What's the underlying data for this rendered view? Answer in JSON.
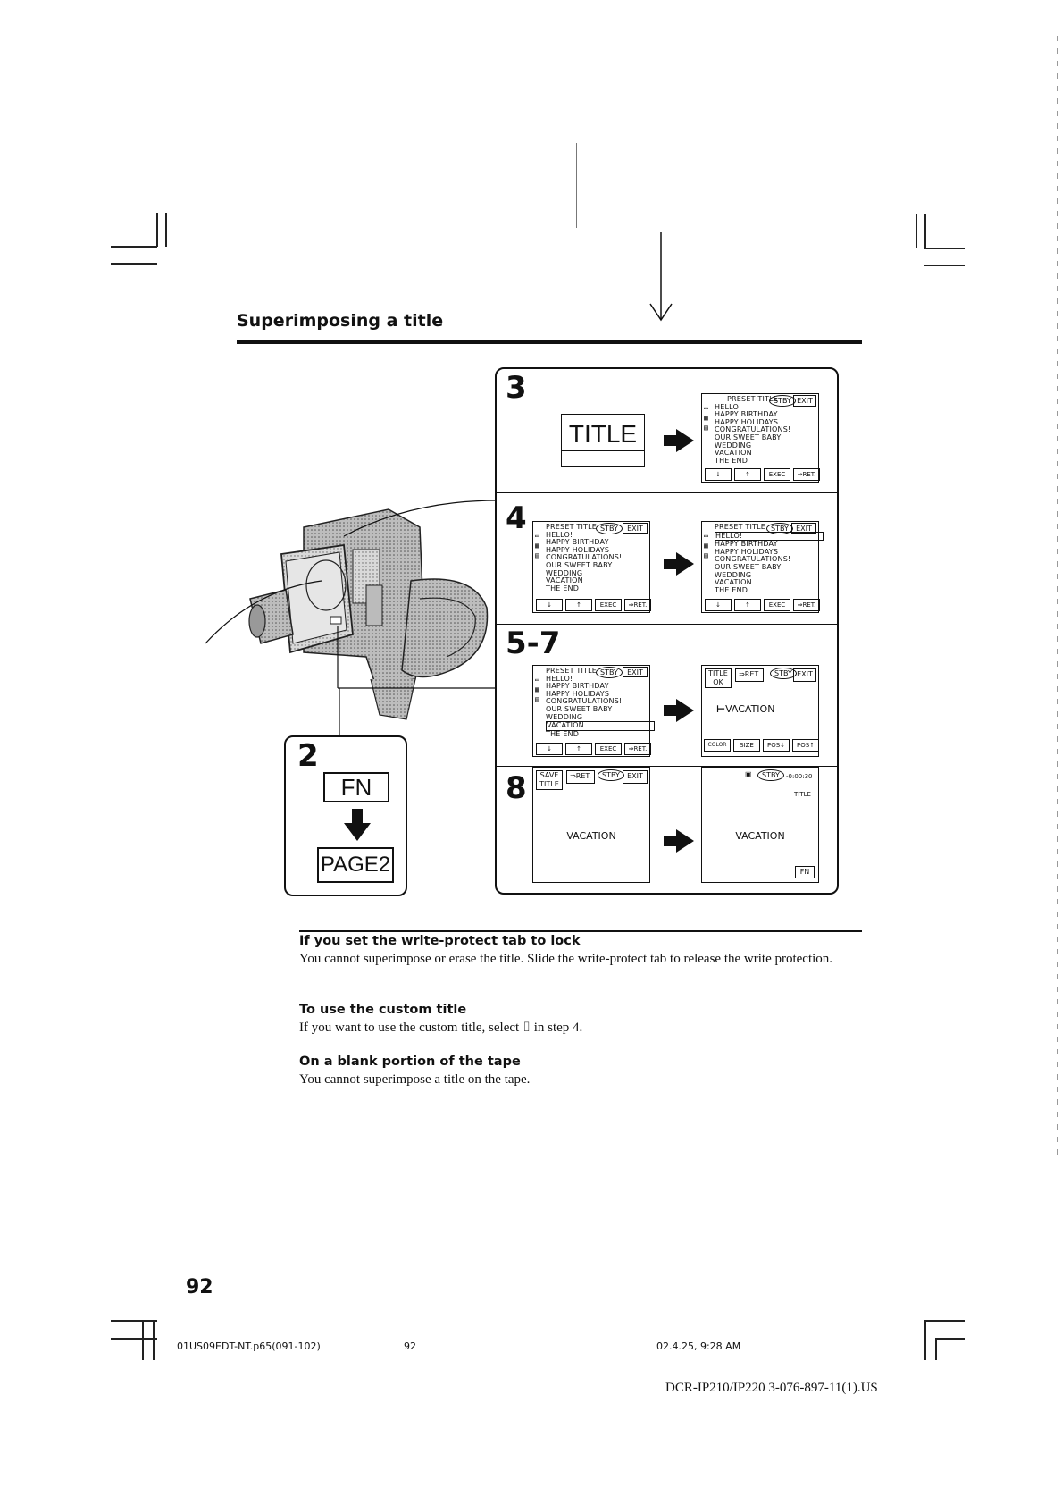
{
  "section": {
    "title": "Superimposing a title"
  },
  "steps": {
    "s3": {
      "num": "3",
      "title_button": "TITLE"
    },
    "s4": {
      "num": "4"
    },
    "s57": {
      "num": "5-7"
    },
    "s8": {
      "num": "8"
    },
    "s2": {
      "num": "2",
      "fn_label": "FN",
      "page_label": "PAGE2"
    }
  },
  "screen_menu": {
    "header": "PRESET TITLE",
    "stby": "STBY",
    "exit": "EXIT",
    "items": [
      "HELLO!",
      "HAPPY BIRTHDAY",
      "HAPPY HOLIDAYS",
      "CONGRATULATIONS!",
      "OUR SWEET BABY",
      "WEDDING",
      "VACATION",
      "THE END"
    ],
    "buttons": [
      "↓",
      "↑",
      "EXEC",
      "⇒RET."
    ]
  },
  "screen_edit": {
    "title_ok": "TITLE OK",
    "ret": "⇒RET.",
    "stby": "STBY",
    "exit": "EXIT",
    "text": "VACATION",
    "buttons": [
      "COLOR",
      "SIZE",
      "POS↓",
      "POS↑"
    ]
  },
  "screen_save": {
    "save": "SAVE TITLE",
    "ret": "⇒RET.",
    "stby": "STBY",
    "exit": "EXIT",
    "text": "VACATION"
  },
  "screen_final": {
    "stby": "STBY",
    "counter": "-0:00:30",
    "title_label": "TITLE",
    "text": "VACATION",
    "fn": "FN"
  },
  "notes": [
    {
      "heading": "If you set the write-protect tab to lock",
      "body": "You cannot superimpose or erase the title. Slide the write-protect tab to release the write protection."
    },
    {
      "heading": "To use the custom title",
      "body": "If you want to use the custom title, select ⌷ in step 4."
    },
    {
      "heading": "On a blank portion of the tape",
      "body": "You cannot superimpose a title on the tape."
    }
  ],
  "page": {
    "number": "92"
  },
  "footer": {
    "file": "01US09EDT-NT.p65(091-102)",
    "page": "92",
    "date": "02.4.25, 9:28 AM",
    "model": "DCR-IP210/IP220 3-076-897-11(1).US"
  }
}
